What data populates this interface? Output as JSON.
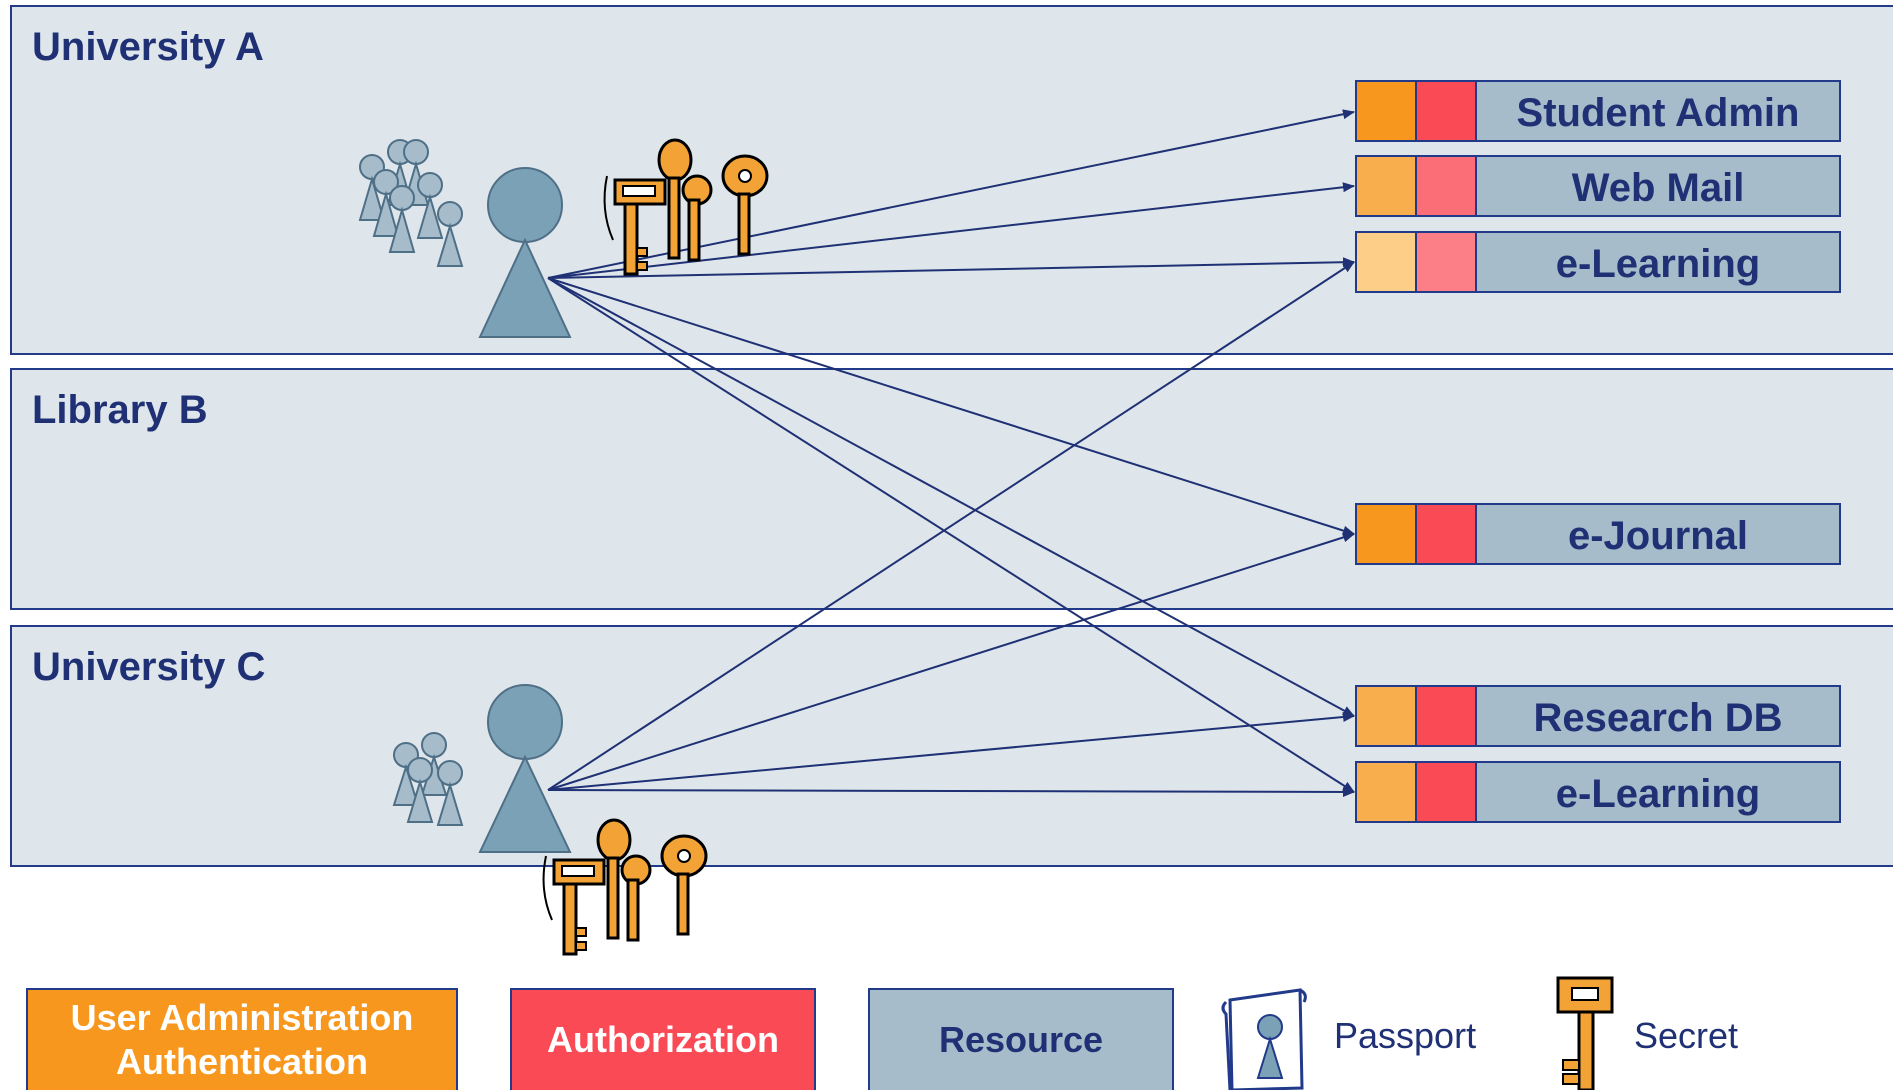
{
  "zones": {
    "university_a": "University A",
    "library_b": "Library B",
    "university_c": "University C"
  },
  "resources": {
    "student_admin": "Student Admin",
    "web_mail": "Web Mail",
    "elearning_a": "e-Learning",
    "ejournal": "e-Journal",
    "research_db": "Research DB",
    "elearning_c": "e-Learning"
  },
  "legend": {
    "user_admin_line1": "User Administration",
    "user_admin_line2": "Authentication",
    "authorization": "Authorization",
    "resource": "Resource",
    "passport": "Passport",
    "secret": "Secret"
  },
  "colors": {
    "zone_fill": "#dee6ec",
    "border": "#223a8a",
    "title_text": "#1f3174",
    "user_admin": "#f7971e",
    "authorization": "#fa4a55",
    "resource": "#a6bccb",
    "person": "#7ba1b6",
    "key": "#f3a336"
  },
  "icons": [
    "person-icon",
    "user-group-icon",
    "key-bunch-icon",
    "passport-icon",
    "secret-key-icon"
  ]
}
